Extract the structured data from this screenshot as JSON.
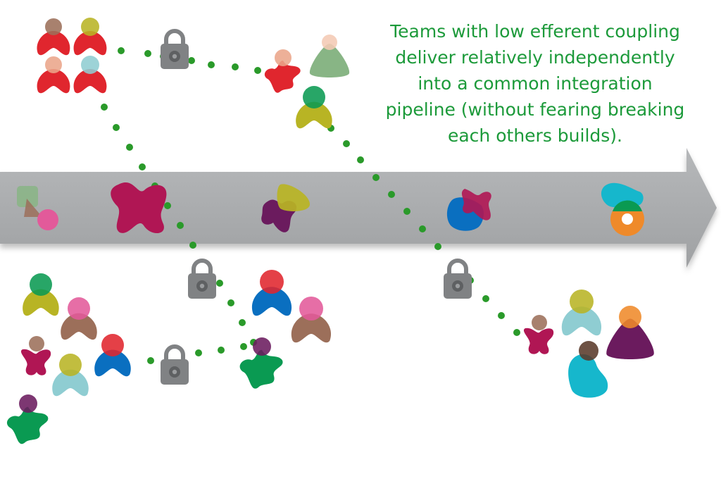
{
  "caption": {
    "lines": [
      "Teams with low efferent coupling",
      "deliver relatively independently",
      "into a common integration",
      "pipeline (without fearing breaking",
      "each others builds)."
    ]
  },
  "colors": {
    "pipeline": "#a9abad",
    "dots": "#2a9a2a",
    "lock": "#808284",
    "red": "#e0262e",
    "magenta": "#b01654",
    "purple": "#6b1b5e",
    "blue": "#0a6fc0",
    "green": "#0a9a52",
    "olive": "#b8b424",
    "teal": "#8fcdd2",
    "cyan": "#16b7cc",
    "pink": "#e25a9a",
    "brown": "#9c6f5a",
    "orange": "#ef8a2a",
    "sage": "#88b585"
  },
  "icons": {
    "lock": "padlock-icon",
    "person": "team-member-icon",
    "artifact": "build-artifact-icon"
  }
}
